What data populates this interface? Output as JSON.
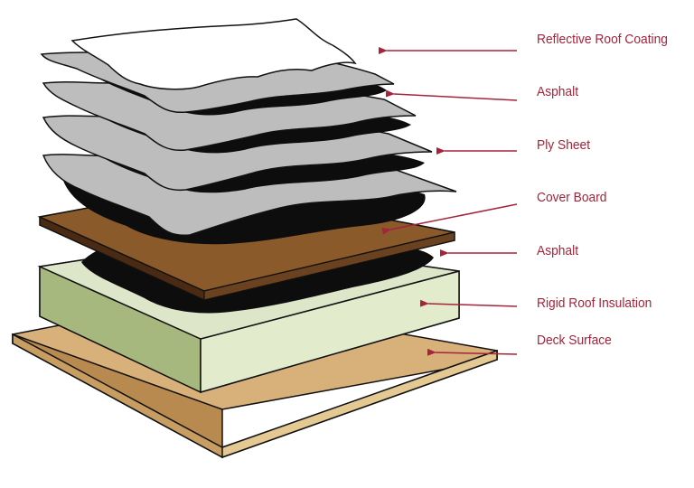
{
  "accent_color": "#a3243b",
  "layers": [
    {
      "id": "reflective-roof-coating",
      "label": "Reflective Roof Coating"
    },
    {
      "id": "asphalt-top",
      "label": "Asphalt"
    },
    {
      "id": "ply-sheet",
      "label": "Ply Sheet"
    },
    {
      "id": "cover-board",
      "label": "Cover Board"
    },
    {
      "id": "asphalt-bottom",
      "label": "Asphalt"
    },
    {
      "id": "rigid-roof-insulation",
      "label": "Rigid Roof Insulation"
    },
    {
      "id": "deck-surface",
      "label": "Deck Surface"
    }
  ],
  "colors": {
    "coating": "#ffffff",
    "asphalt": "#0d0d0d",
    "ply_sheet": "#bdbdbd",
    "cover_board_top": "#8a5a2b",
    "cover_board_side": "#4a2a12",
    "insulation_top": "#dde6c8",
    "insulation_front": "#a6b87e",
    "deck_top": "#d8b07a",
    "deck_side": "#b88a4f"
  }
}
